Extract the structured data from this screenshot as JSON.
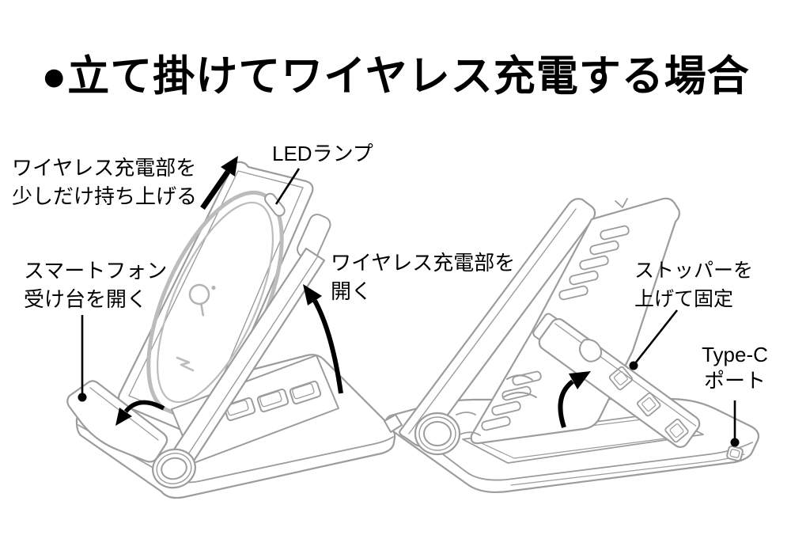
{
  "title": "●立て掛けてワイヤレス充電する場合",
  "annotations": {
    "lift": {
      "line1": "ワイヤレス充電部を",
      "line2": "少しだけ持ち上げる"
    },
    "led": {
      "label": "LEDランプ"
    },
    "phone_holder": {
      "line1": "スマートフォン",
      "line2": "受け台を開く"
    },
    "open_charger": {
      "line1": "ワイヤレス充電部を",
      "line2": "開く"
    },
    "stopper": {
      "line1": "ストッパーを",
      "line2": "上げて固定"
    },
    "usb_port": {
      "line1": "Type-C",
      "line2": "ポート"
    }
  },
  "colors": {
    "background": "#ffffff",
    "device_outline": "#9c9c9c",
    "charging_pad_ring": "#bcbcbc",
    "annotation_ink": "#000000"
  }
}
